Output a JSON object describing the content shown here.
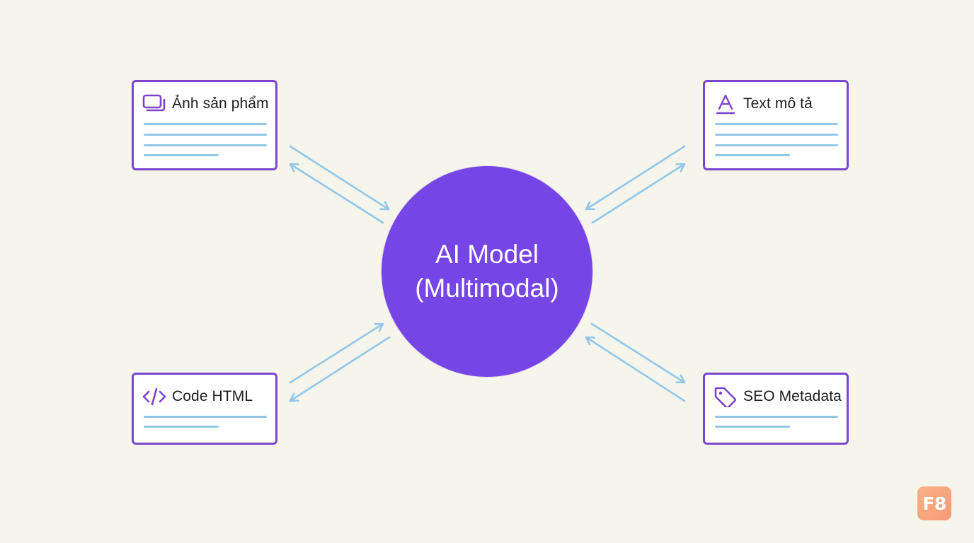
{
  "hub": {
    "line1": "AI Model",
    "line2": "(Multimodal)"
  },
  "cards": {
    "product_image": {
      "label": "Ảnh sản phẩm",
      "icon": "images-icon"
    },
    "description_text": {
      "label": "Text mô tả",
      "icon": "text-format-icon"
    },
    "html_code": {
      "label": "Code HTML",
      "icon": "code-icon"
    },
    "seo_metadata": {
      "label": "SEO Metadata",
      "icon": "tag-icon"
    }
  },
  "badge": {
    "text": "F8"
  },
  "colors": {
    "background": "#f6f5ec",
    "hub": "#7645e6",
    "card_border": "#7b45cf",
    "arrow": "#92c7ea",
    "badge": "#f8a47c"
  }
}
